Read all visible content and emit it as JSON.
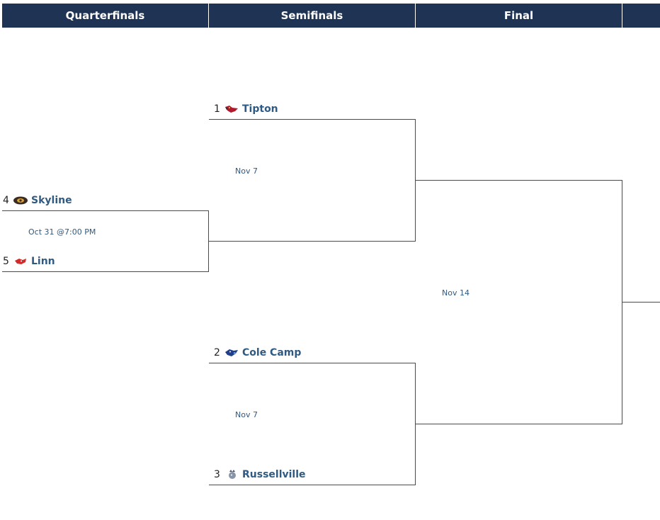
{
  "rounds": [
    {
      "label": "Quarterfinals"
    },
    {
      "label": "Semifinals"
    },
    {
      "label": "Final"
    },
    {
      "label": ""
    }
  ],
  "teams": {
    "skyline": {
      "seed": "4",
      "name": "Skyline",
      "logo": "bear-mascot-icon"
    },
    "linn": {
      "seed": "5",
      "name": "Linn",
      "logo": "wolf-mascot-icon"
    },
    "tipton": {
      "seed": "1",
      "name": "Tipton",
      "logo": "cardinal-mascot-icon"
    },
    "cole_camp": {
      "seed": "2",
      "name": "Cole Camp",
      "logo": "bluejay-mascot-icon"
    },
    "russellville": {
      "seed": "3",
      "name": "Russellville",
      "logo": "indian-mascot-icon"
    }
  },
  "games": {
    "qf": {
      "info": "Oct 31 @7:00 PM"
    },
    "sf1": {
      "info": "Nov 7"
    },
    "sf2": {
      "info": "Nov 7"
    },
    "final": {
      "info": "Nov 14"
    }
  },
  "colors": {
    "header_bg": "#1f3354",
    "team_link": "#2f5a82",
    "line": "#4a4a4a"
  }
}
